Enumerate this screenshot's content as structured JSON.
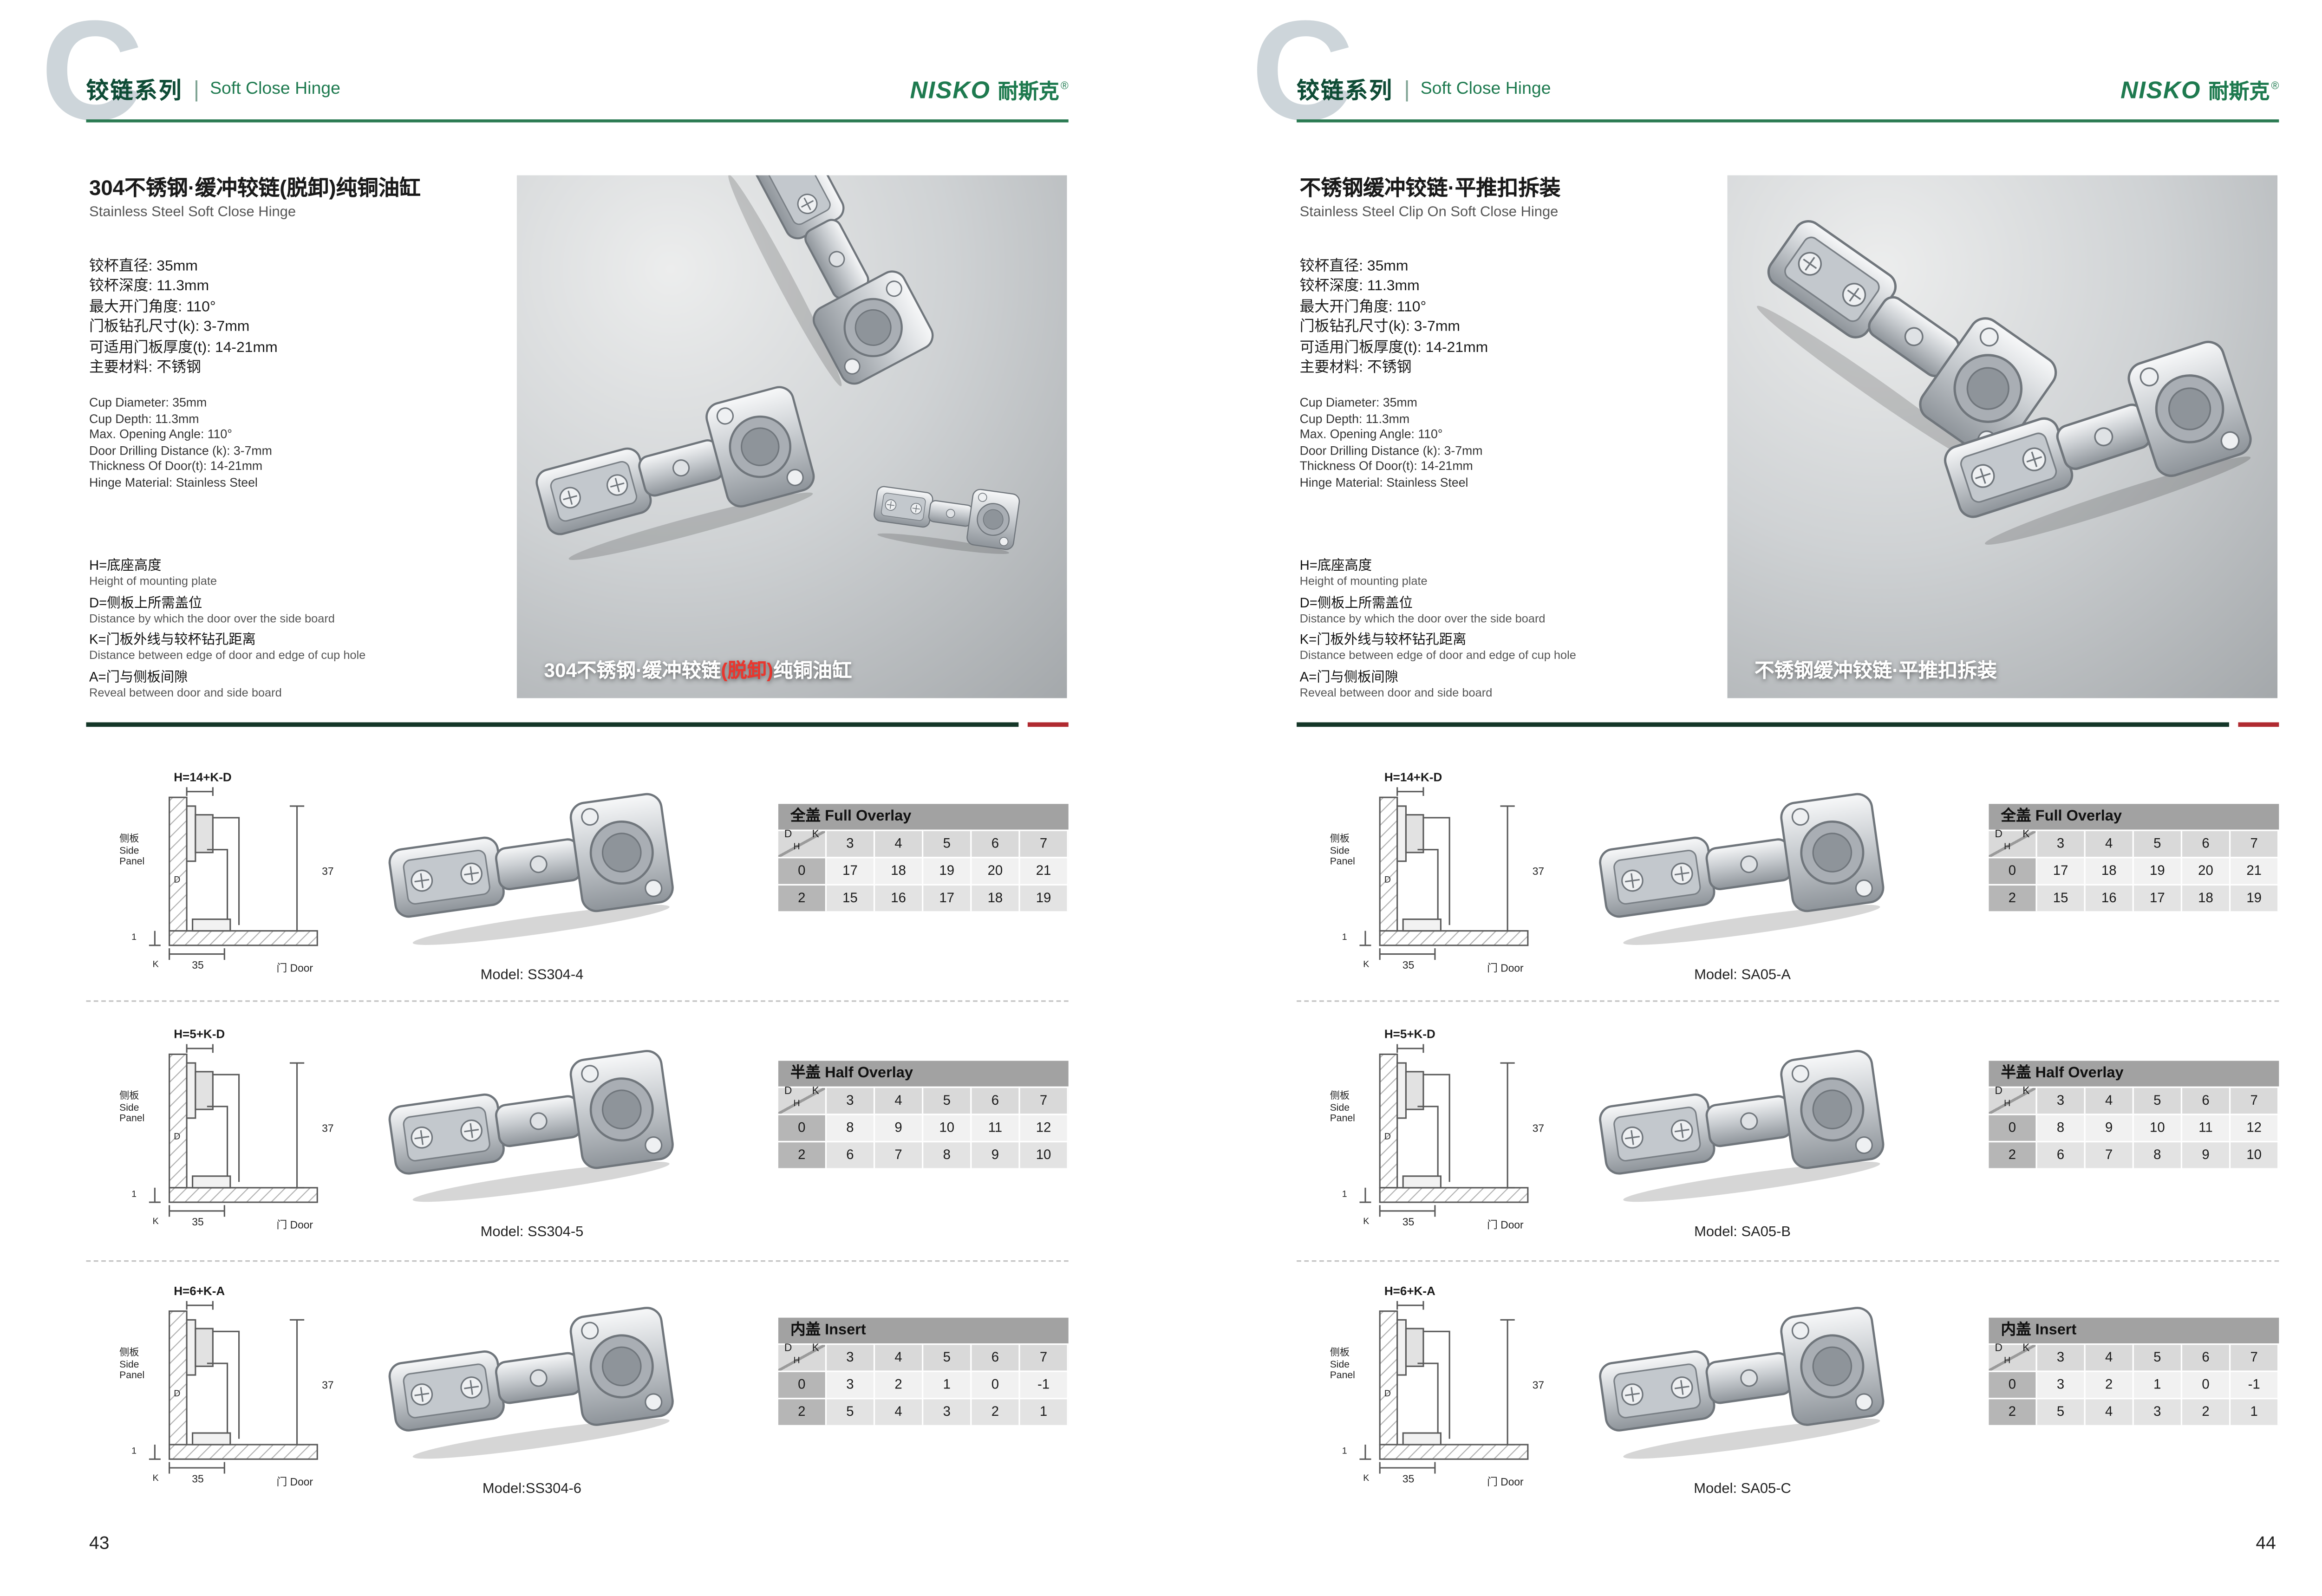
{
  "shared": {
    "corner": {
      "d": "D",
      "h": "H",
      "k": "K"
    },
    "diagram": {
      "side_panel_cn": "侧板",
      "side_panel_en": "Side Panel",
      "dim_height": "37",
      "dim_width": "35",
      "door": "门 Door",
      "one": "1"
    }
  },
  "pages": [
    {
      "page_number": "43",
      "header": {
        "watermark": "C",
        "series_cn": "铰链系列",
        "divider": "|",
        "series_en": "Soft Close Hinge",
        "brand_en": "NISKO",
        "brand_cn": "耐斯克",
        "brand_reg": "®"
      },
      "product": {
        "title_cn": "304不锈钢·缓冲较链(脱卸)纯铜油缸",
        "title_en": "Stainless Steel Soft Close Hinge",
        "specs_cn": [
          "铰杯直径: 35mm",
          "铰杯深度: 11.3mm",
          "最大开门角度: 110°",
          "门板钻孔尺寸(k): 3-7mm",
          "可适用门板厚度(t): 14-21mm",
          "主要材料: 不锈钢"
        ],
        "specs_en": [
          "Cup Diameter: 35mm",
          "Cup Depth: 11.3mm",
          "Max. Opening Angle: 110°",
          "Door Drilling Distance (k): 3-7mm",
          "Thickness Of Door(t): 14-21mm",
          "Hinge Material: Stainless Steel"
        ],
        "legend": [
          {
            "cn": "H=底座高度",
            "en": "Height of mounting plate"
          },
          {
            "cn": "D=侧板上所需盖位",
            "en": "Distance by which the door over the side board"
          },
          {
            "cn": "K=门板外线与较杯钻孔距离",
            "en": "Distance between edge of door and edge of cup hole"
          },
          {
            "cn": "A=门与侧板间隙",
            "en": "Reveal between door and side board"
          }
        ],
        "caption_pre": "304不锈钢·缓冲较链",
        "caption_red": "(脱卸)",
        "caption_post": "纯铜油缸"
      },
      "sections": [
        {
          "diagram_label": "H=14+K-D",
          "table_title": "全盖 Full Overlay",
          "columns": [
            "3",
            "4",
            "5",
            "6",
            "7"
          ],
          "rows": [
            {
              "label": "0",
              "values": [
                "17",
                "18",
                "19",
                "20",
                "21"
              ]
            },
            {
              "label": "2",
              "values": [
                "15",
                "16",
                "17",
                "18",
                "19"
              ]
            }
          ],
          "model": "Model: SS304-4"
        },
        {
          "diagram_label": "H=5+K-D",
          "table_title": "半盖 Half Overlay",
          "columns": [
            "3",
            "4",
            "5",
            "6",
            "7"
          ],
          "rows": [
            {
              "label": "0",
              "values": [
                "8",
                "9",
                "10",
                "11",
                "12"
              ]
            },
            {
              "label": "2",
              "values": [
                "6",
                "7",
                "8",
                "9",
                "10"
              ]
            }
          ],
          "model": "Model: SS304-5"
        },
        {
          "diagram_label": "H=6+K-A",
          "table_title": "内盖 Insert",
          "columns": [
            "3",
            "4",
            "5",
            "6",
            "7"
          ],
          "rows": [
            {
              "label": "0",
              "values": [
                "3",
                "2",
                "1",
                "0",
                "-1"
              ]
            },
            {
              "label": "2",
              "values": [
                "5",
                "4",
                "3",
                "2",
                "1"
              ]
            }
          ],
          "model": "Model:SS304-6"
        }
      ]
    },
    {
      "page_number": "44",
      "header": {
        "watermark": "C",
        "series_cn": "铰链系列",
        "divider": "|",
        "series_en": "Soft Close Hinge",
        "brand_en": "NISKO",
        "brand_cn": "耐斯克",
        "brand_reg": "®"
      },
      "product": {
        "title_cn": "不锈钢缓冲铰链·平推扣拆装",
        "title_en": "Stainless Steel Clip On Soft Close Hinge",
        "specs_cn": [
          "铰杯直径: 35mm",
          "铰杯深度: 11.3mm",
          "最大开门角度: 110°",
          "门板钻孔尺寸(k): 3-7mm",
          "可适用门板厚度(t): 14-21mm",
          "主要材料: 不锈钢"
        ],
        "specs_en": [
          "Cup Diameter: 35mm",
          "Cup Depth: 11.3mm",
          "Max. Opening Angle: 110°",
          "Door Drilling Distance (k): 3-7mm",
          "Thickness Of Door(t): 14-21mm",
          "Hinge Material: Stainless Steel"
        ],
        "legend": [
          {
            "cn": "H=底座高度",
            "en": "Height of mounting plate"
          },
          {
            "cn": "D=侧板上所需盖位",
            "en": "Distance by which the door over the side board"
          },
          {
            "cn": "K=门板外线与较杯钻孔距离",
            "en": "Distance between edge of door and edge of cup hole"
          },
          {
            "cn": "A=门与侧板间隙",
            "en": "Reveal between door and side board"
          }
        ],
        "caption_pre": "不锈钢缓冲铰链·平推扣拆装",
        "caption_red": "",
        "caption_post": ""
      },
      "sections": [
        {
          "diagram_label": "H=14+K-D",
          "table_title": "全盖 Full Overlay",
          "columns": [
            "3",
            "4",
            "5",
            "6",
            "7"
          ],
          "rows": [
            {
              "label": "0",
              "values": [
                "17",
                "18",
                "19",
                "20",
                "21"
              ]
            },
            {
              "label": "2",
              "values": [
                "15",
                "16",
                "17",
                "18",
                "19"
              ]
            }
          ],
          "model": "Model: SA05-A"
        },
        {
          "diagram_label": "H=5+K-D",
          "table_title": "半盖 Half Overlay",
          "columns": [
            "3",
            "4",
            "5",
            "6",
            "7"
          ],
          "rows": [
            {
              "label": "0",
              "values": [
                "8",
                "9",
                "10",
                "11",
                "12"
              ]
            },
            {
              "label": "2",
              "values": [
                "6",
                "7",
                "8",
                "9",
                "10"
              ]
            }
          ],
          "model": "Model: SA05-B"
        },
        {
          "diagram_label": "H=6+K-A",
          "table_title": "内盖 Insert",
          "columns": [
            "3",
            "4",
            "5",
            "6",
            "7"
          ],
          "rows": [
            {
              "label": "0",
              "values": [
                "3",
                "2",
                "1",
                "0",
                "-1"
              ]
            },
            {
              "label": "2",
              "values": [
                "5",
                "4",
                "3",
                "2",
                "1"
              ]
            }
          ],
          "model": "Model: SA05-C"
        }
      ]
    }
  ]
}
